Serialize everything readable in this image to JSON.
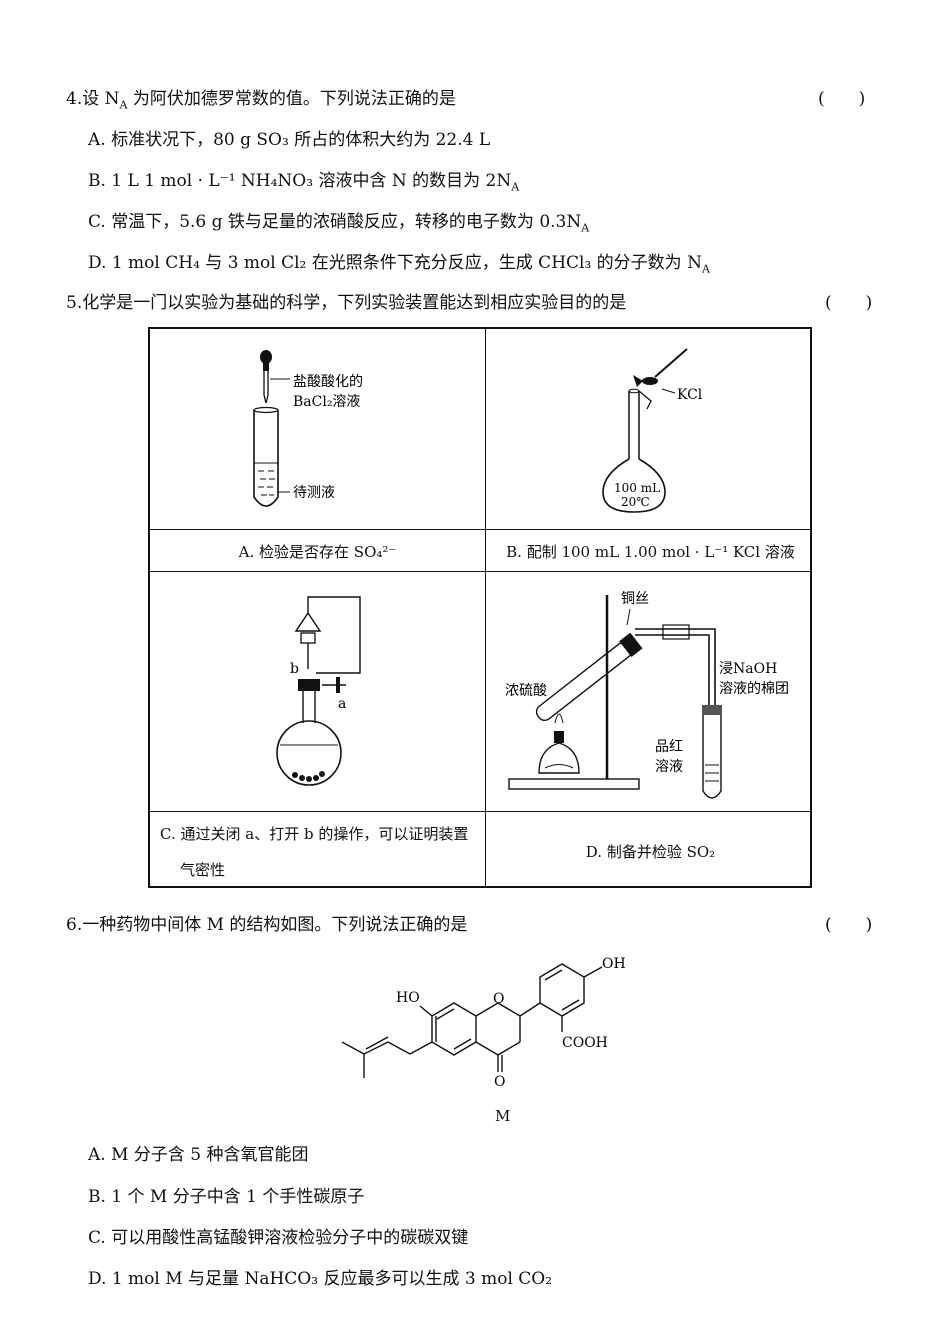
{
  "q4": {
    "stem": "4.设 N",
    "stem_sub": "A",
    "stem_rest": " 为阿伏加德罗常数的值。下列说法正确的是",
    "paren": "(　　)",
    "A": "A. 标准状况下，80 g SO₃ 所占的体积大约为 22.4 L",
    "B": "B. 1 L 1 mol · L⁻¹ NH₄NO₃ 溶液中含 N 的数目为 2N",
    "B_sub": "A",
    "C": "C. 常温下，5.6 g 铁与足量的浓硝酸反应，转移的电子数为 0.3N",
    "C_sub": "A",
    "D": "D. 1 mol CH₄ 与 3 mol Cl₂ 在光照条件下充分反应，生成 CHCl₃ 的分子数为 N",
    "D_sub": "A"
  },
  "q5": {
    "stem": "5.化学是一门以实验为基础的科学，下列实验装置能达到相应实验目的的是",
    "paren": "(　　)",
    "A_label1": "盐酸酸化的",
    "A_label2": "BaCl₂溶液",
    "A_label3": "待测液",
    "A_caption": "A. 检验是否存在 SO₄²⁻",
    "B_label_kcl": "KCl",
    "B_flask1": "100 mL",
    "B_flask2": "20℃",
    "B_caption": "B. 配制 100 mL 1.00 mol · L⁻¹ KCl 溶液",
    "C_label_b": "b",
    "C_label_a": "a",
    "C_caption1": "C. 通过关闭 a、打开 b 的操作，可以证明装置",
    "C_caption2": "气密性",
    "D_label_cu": "铜丝",
    "D_label_h2so4": "浓硫酸",
    "D_label_naoh1": "浸NaOH",
    "D_label_naoh2": "溶液的棉团",
    "D_label_pin1": "品红",
    "D_label_pin2": "溶液",
    "D_caption": "D. 制备并检验 SO₂"
  },
  "q6": {
    "stem": "6.一种药物中间体 M 的结构如图。下列说法正确的是",
    "paren": "(　　)",
    "mol_oh1": "OH",
    "mol_ho": "HO",
    "mol_o_ring": "O",
    "mol_cooh": "COOH",
    "mol_o_ketone": "O",
    "mol_name": "M",
    "A": "A. M 分子含 5 种含氧官能团",
    "B": "B. 1 个 M 分子中含 1 个手性碳原子",
    "C": "C. 可以用酸性高锰酸钾溶液检验分子中的碳碳双键",
    "D": "D. 1 mol M 与足量 NaHCO₃ 反应最多可以生成 3 mol CO₂"
  }
}
